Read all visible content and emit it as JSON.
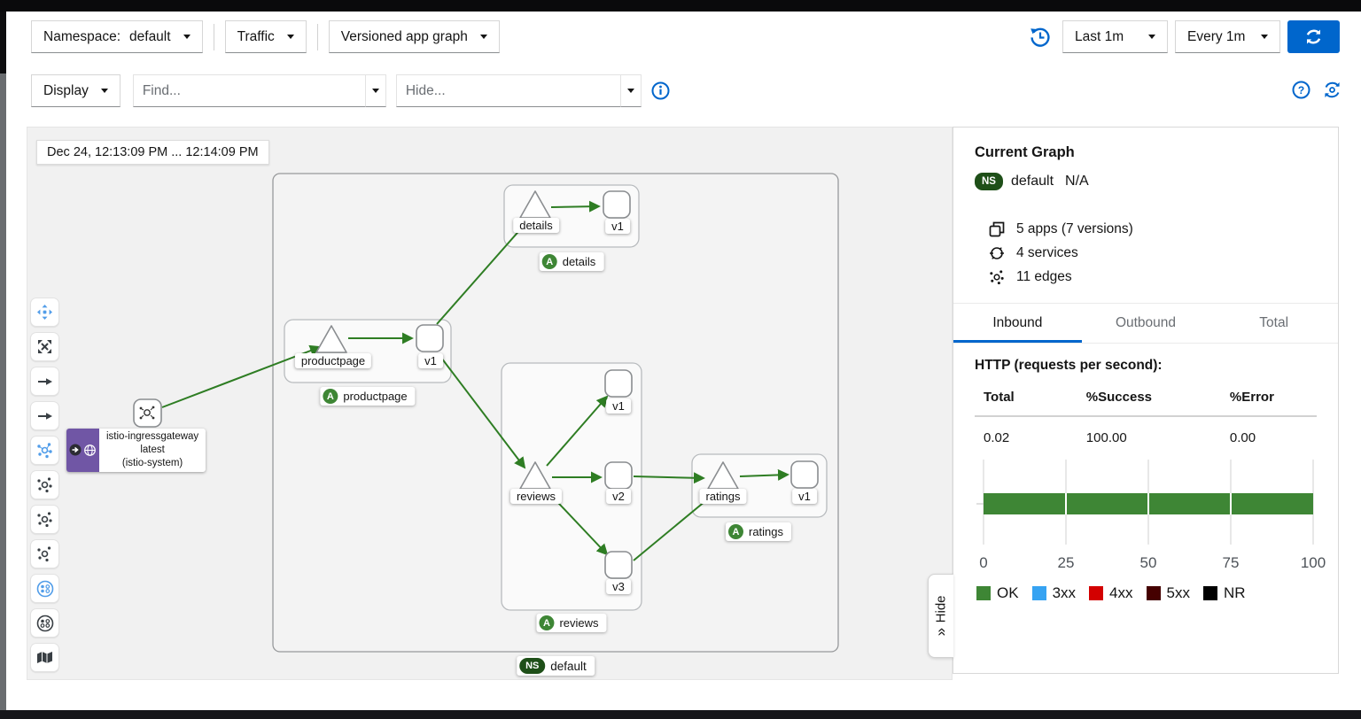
{
  "toolbar": {
    "namespace_label": "Namespace:",
    "namespace_value": "default",
    "traffic_label": "Traffic",
    "graph_type_value": "Versioned app graph",
    "time_range_value": "Last 1m",
    "refresh_interval_value": "Every 1m"
  },
  "secondary_toolbar": {
    "display_label": "Display",
    "find_placeholder": "Find...",
    "hide_placeholder": "Hide..."
  },
  "graph": {
    "timestamp": "Dec 24, 12:13:09 PM ... 12:14:09 PM",
    "ns_badge_letter": "NS",
    "app_badge_letter": "A",
    "namespace": "default",
    "gateway": {
      "name": "istio-ingressgateway",
      "version": "latest",
      "namespace": "(istio-system)"
    },
    "nodes": {
      "details": {
        "app": "details",
        "v1": "v1"
      },
      "productpage": {
        "app": "productpage",
        "v1": "v1"
      },
      "reviews": {
        "app": "reviews",
        "v1": "v1",
        "v2": "v2",
        "v3": "v3"
      },
      "ratings": {
        "app": "ratings",
        "v1": "v1"
      }
    }
  },
  "hide_button": {
    "label": "Hide",
    "chevron": "»"
  },
  "side_panel": {
    "title": "Current Graph",
    "ns_badge": "NS",
    "namespace": "default",
    "health": "N/A",
    "stats": [
      {
        "icon": "applications-icon",
        "label": "5 apps (7 versions)"
      },
      {
        "icon": "services-icon",
        "label": "4 services"
      },
      {
        "icon": "edges-icon",
        "label": "11 edges"
      }
    ],
    "tabs": [
      {
        "label": "Inbound",
        "active": true
      },
      {
        "label": "Outbound",
        "active": false
      },
      {
        "label": "Total",
        "active": false
      }
    ],
    "http_title": "HTTP (requests per second):",
    "table": {
      "headers": [
        "Total",
        "%Success",
        "%Error"
      ],
      "row": [
        "0.02",
        "100.00",
        "0.00"
      ]
    }
  },
  "chart_data": {
    "type": "bar",
    "orientation": "horizontal",
    "title": "HTTP traffic status distribution (%)",
    "categories": [
      ""
    ],
    "series": [
      {
        "name": "OK",
        "values": [
          100
        ],
        "color": "#3e8635"
      },
      {
        "name": "3xx",
        "values": [
          0
        ],
        "color": "#36a3f2"
      },
      {
        "name": "4xx",
        "values": [
          0
        ],
        "color": "#d30000"
      },
      {
        "name": "5xx",
        "values": [
          0
        ],
        "color": "#450000"
      },
      {
        "name": "NR",
        "values": [
          0
        ],
        "color": "#000000"
      }
    ],
    "xlim": [
      0,
      100
    ],
    "xticks": [
      0,
      25,
      50,
      75,
      100
    ],
    "grid": true,
    "legend_position": "bottom"
  },
  "colors": {
    "accent_blue": "#0066cc",
    "edge_green": "#2e7d23",
    "ns_badge_green": "#1e4f18",
    "app_badge_green": "#3e8635",
    "gateway_purple": "#7056a5"
  }
}
